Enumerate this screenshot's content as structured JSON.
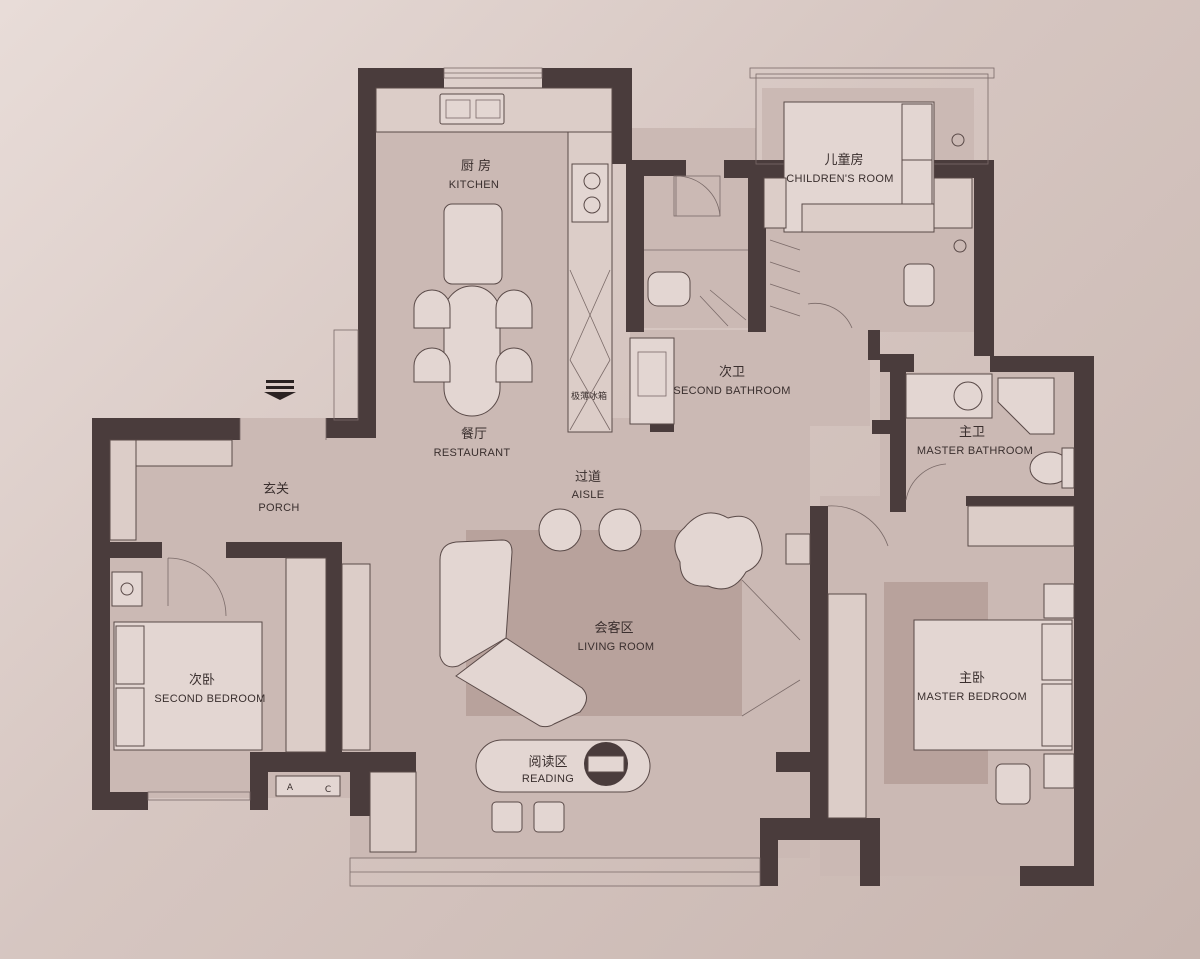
{
  "plan": {
    "rooms": {
      "kitchen": {
        "cn": "厨 房",
        "en": "KITCHEN"
      },
      "restaurant": {
        "cn": "餐厅",
        "en": "RESTAURANT"
      },
      "aisle": {
        "cn": "过道",
        "en": "AISLE"
      },
      "porch": {
        "cn": "玄关",
        "en": "PORCH"
      },
      "living": {
        "cn": "会客区",
        "en": "LIVING ROOM"
      },
      "reading": {
        "cn": "阅读区",
        "en": "READING"
      },
      "second_bedroom": {
        "cn": "次卧",
        "en": "SECOND BEDROOM"
      },
      "second_bathroom": {
        "cn": "次卫",
        "en": "SECOND BATHROOM"
      },
      "childrens_room": {
        "cn": "儿童房",
        "en": "CHILDREN'S ROOM"
      },
      "master_bathroom": {
        "cn": "主卫",
        "en": "MASTER BATHROOM"
      },
      "master_bedroom": {
        "cn": "主卧",
        "en": "MASTER BEDROOM"
      }
    },
    "fridge_label": "极薄冰箱",
    "panel_letters": {
      "a": "A",
      "c": "C"
    },
    "colors": {
      "wall": "#4a3c3c",
      "floor": "#cbb9b4",
      "furniture": "#e3d6d2",
      "background": "#d6c6c1"
    }
  }
}
